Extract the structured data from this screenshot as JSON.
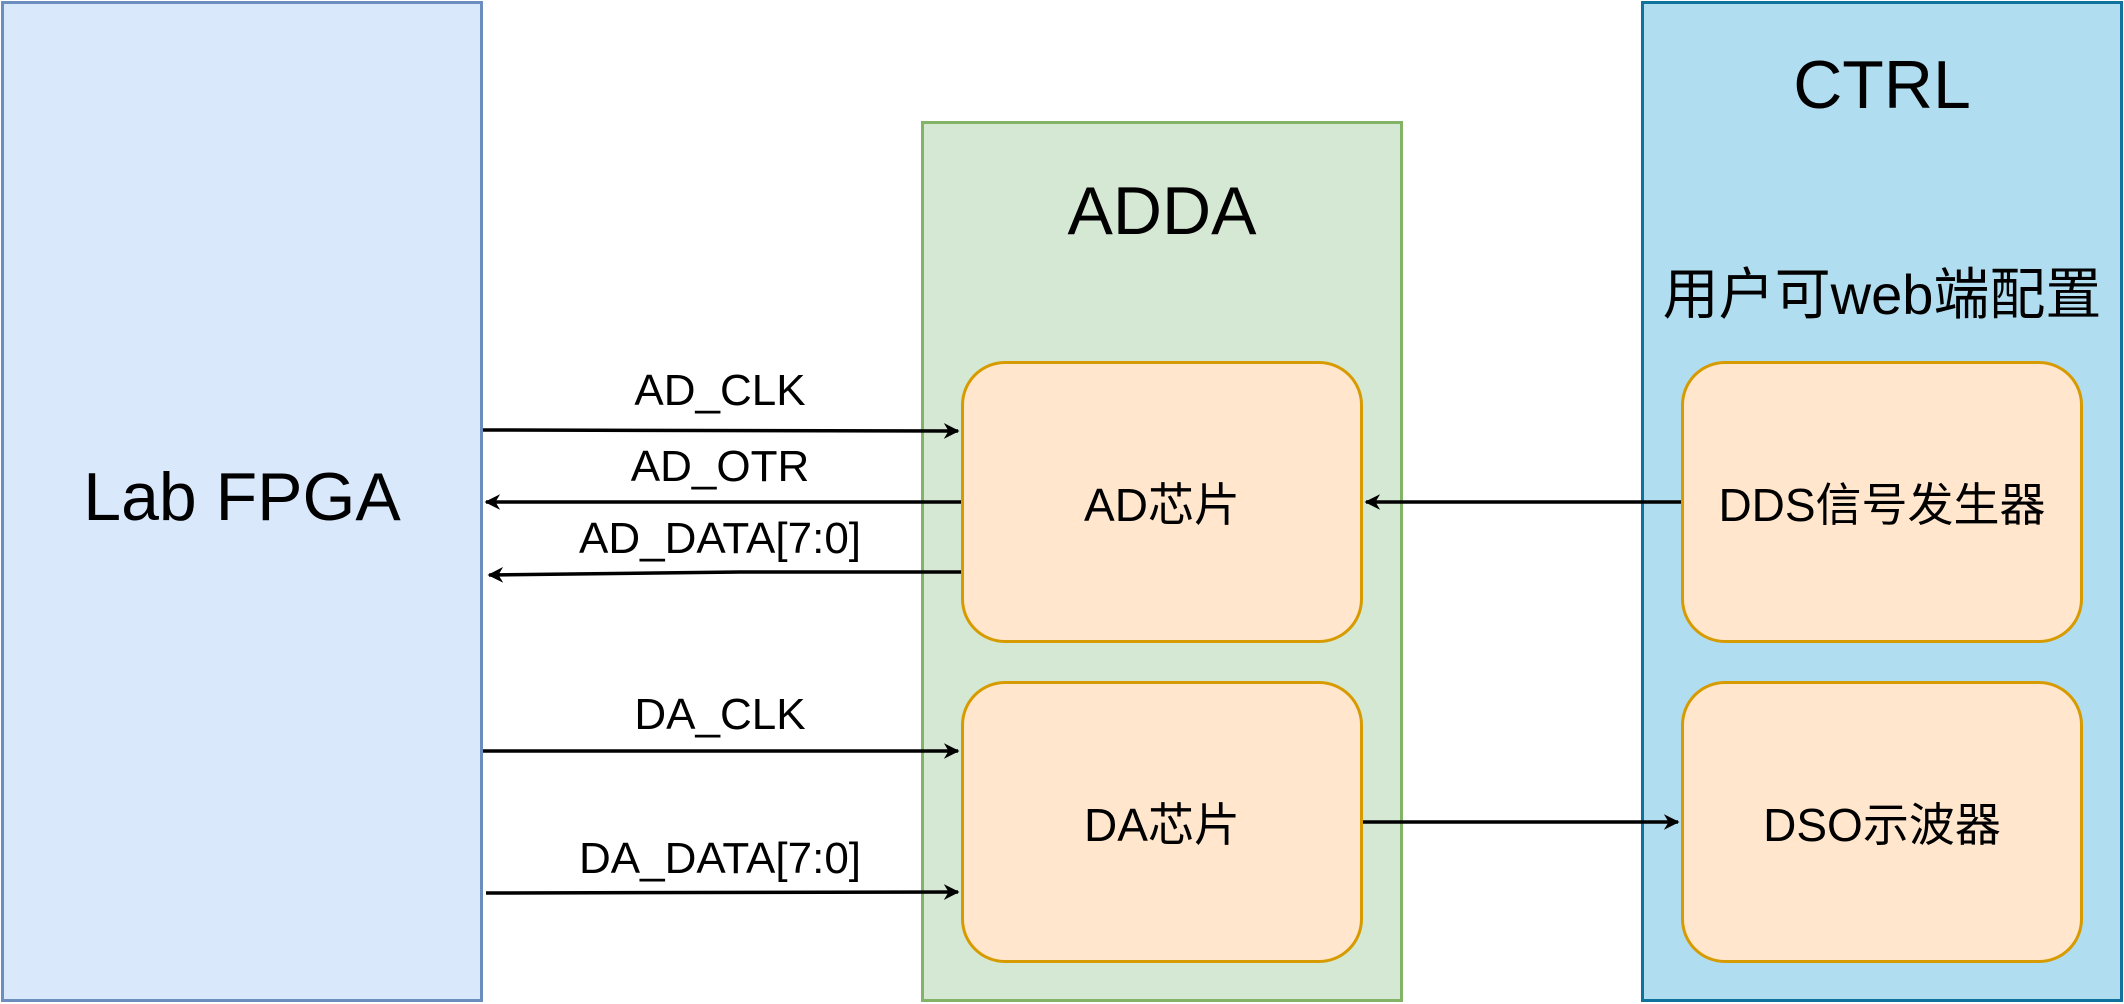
{
  "blocks": {
    "fpga": {
      "label": "Lab FPGA"
    },
    "adda": {
      "title": "ADDA"
    },
    "ctrl": {
      "title": "CTRL",
      "subtitle": "用户可web端配置"
    }
  },
  "chips": {
    "ad": "AD芯片",
    "da": "DA芯片",
    "dds": "DDS信号发生器",
    "dso": "DSO示波器"
  },
  "signals": {
    "ad_clk": "AD_CLK",
    "ad_otr": "AD_OTR",
    "ad_data": "AD_DATA[7:0]",
    "da_clk": "DA_CLK",
    "da_data": "DA_DATA[7:0]"
  },
  "colors": {
    "fpga_fill": "#dae8fc",
    "fpga_border": "#6c8ebf",
    "adda_fill": "#d5e8d4",
    "adda_border": "#82b366",
    "ctrl_fill": "#b1ddf0",
    "ctrl_border": "#10739e",
    "chip_fill": "#ffe6cc",
    "chip_border": "#d79b00"
  }
}
